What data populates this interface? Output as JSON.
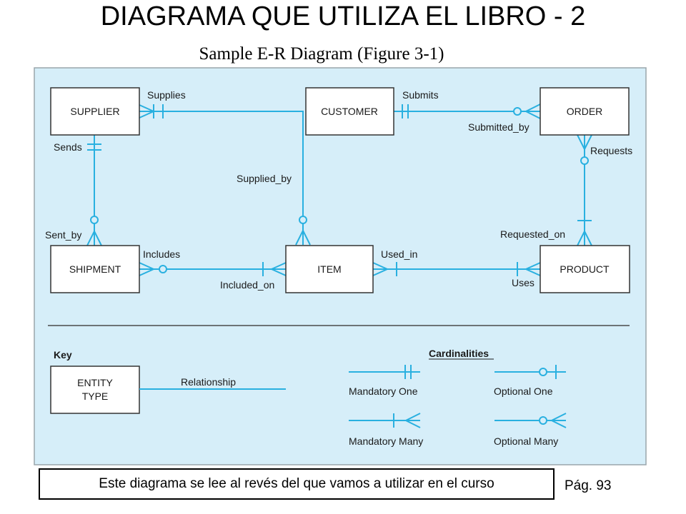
{
  "slide": {
    "title": "DIAGRAMA QUE UTILIZA EL LIBRO - 2",
    "subtitle": "Sample E-R Diagram (Figure 3-1)",
    "note": "Este diagrama se lee al revés del que vamos a utilizar en el curso",
    "page": "Pág. 93"
  },
  "colors": {
    "panel_bg": "#d6eef9",
    "line": "#29b0e0",
    "box_border": "#333333"
  },
  "entities": {
    "supplier": "SUPPLIER",
    "customer": "CUSTOMER",
    "order": "ORDER",
    "shipment": "SHIPMENT",
    "item": "ITEM",
    "product": "PRODUCT"
  },
  "relationships": {
    "supplies": "Supplies",
    "submits": "Submits",
    "submitted_by": "Submitted_by",
    "sends": "Sends",
    "supplied_by": "Supplied_by",
    "requests": "Requests",
    "sent_by": "Sent_by",
    "requested_on": "Requested_on",
    "includes": "Includes",
    "used_in": "Used_in",
    "included_on": "Included_on",
    "uses": "Uses"
  },
  "key": {
    "heading": "Key",
    "entity_line1": "ENTITY",
    "entity_line2": "TYPE",
    "relationship": "Relationship",
    "cardinalities_heading": "Cardinalities",
    "mandatory_one": "Mandatory One",
    "optional_one": "Optional One",
    "mandatory_many": "Mandatory Many",
    "optional_many": "Optional Many"
  }
}
